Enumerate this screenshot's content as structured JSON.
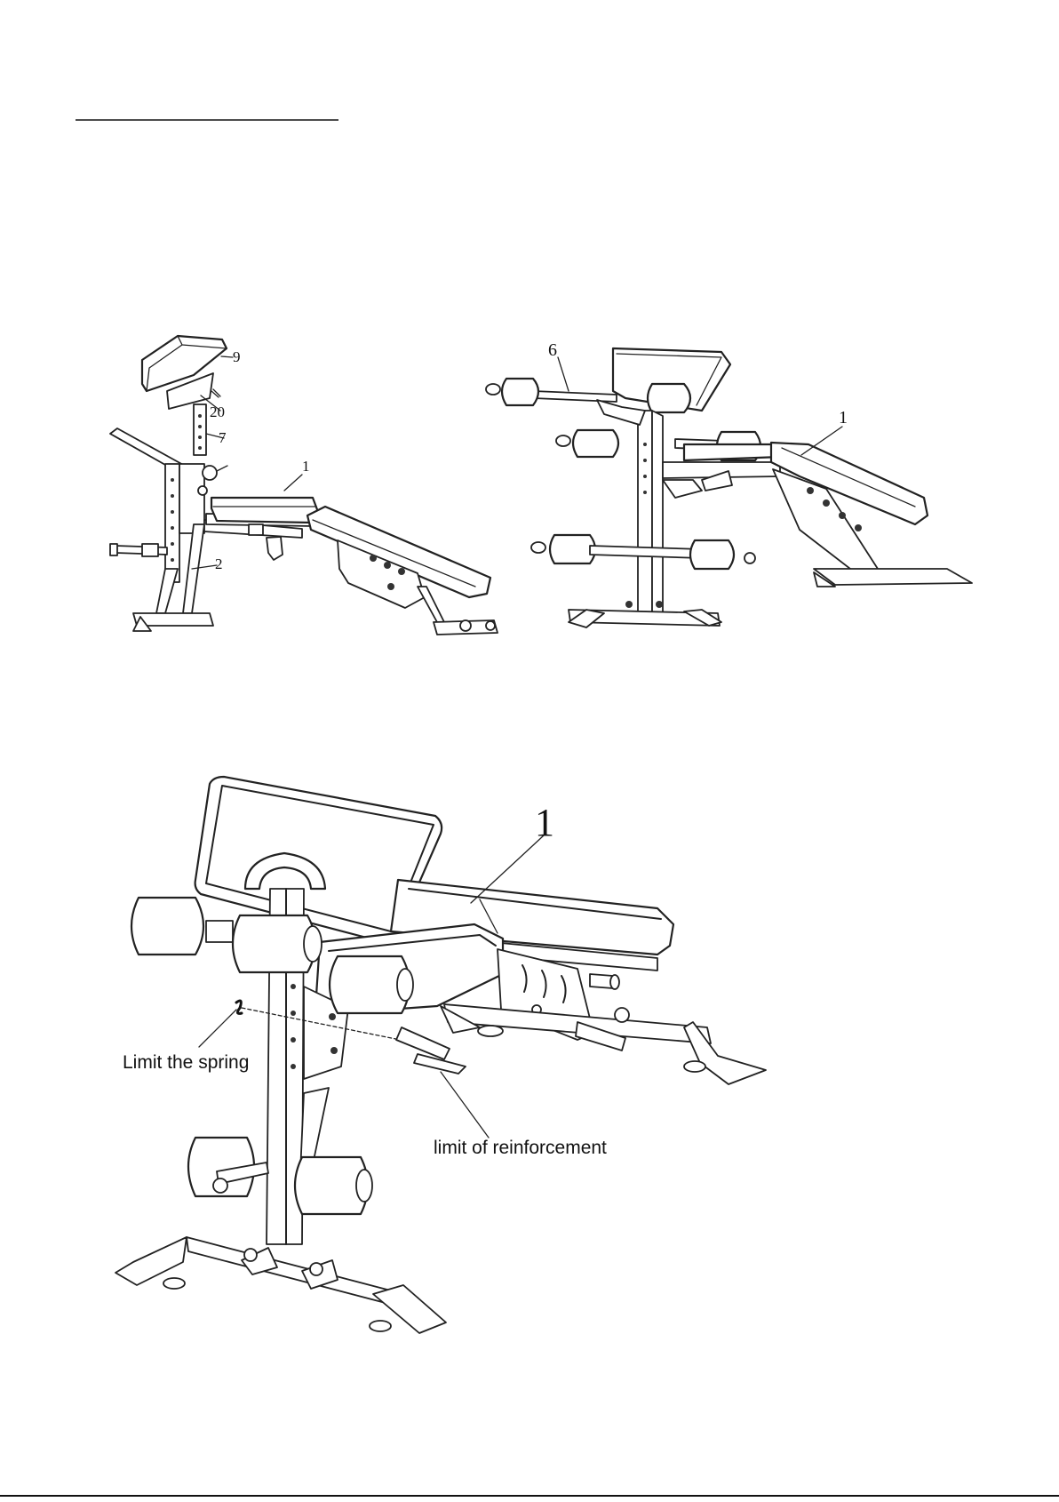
{
  "labels": {
    "fig1": {
      "n9": "9",
      "n20": "20",
      "n7": "7",
      "n1": "1",
      "n2": "2"
    },
    "fig2": {
      "n6": "6",
      "n1": "1"
    },
    "fig3": {
      "n1": "1",
      "limit_spring": "Limit the spring",
      "limit_reinforcement": "limit of reinforcement"
    }
  },
  "colors": {
    "line": "#222222",
    "background": "#ffffff"
  }
}
